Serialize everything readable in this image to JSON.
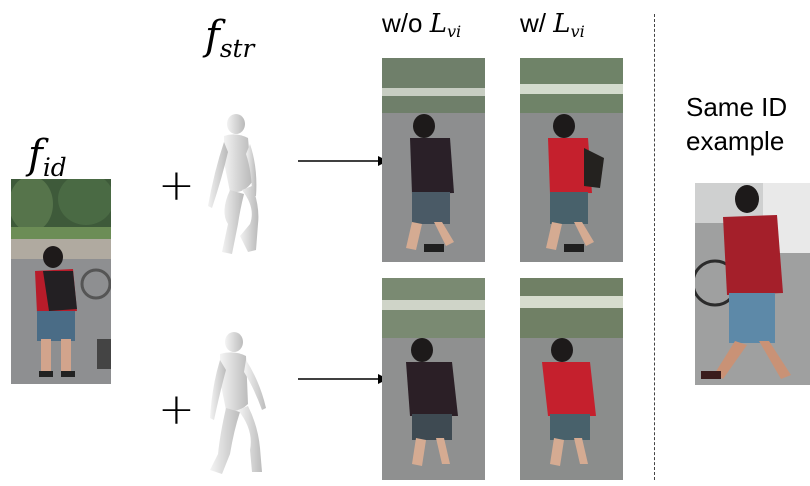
{
  "labels": {
    "f_id_main": "f",
    "f_id_sub": "id",
    "f_str_main": "f",
    "f_str_sub": "str",
    "without_prefix": "w/o ",
    "without_L": "L",
    "without_sub": "vi",
    "with_prefix": "w/ ",
    "with_L": "L",
    "with_sub": "vi",
    "same_id_line1": "Same ID",
    "same_id_line2": "example"
  },
  "symbols": {
    "plus_top": "+",
    "plus_bottom": "+"
  },
  "colors": {
    "shirt_red": "#b81c2a",
    "shirt_dark": "#2a2028",
    "pavement": "#8c8d8e",
    "foliage": "#4f6e47",
    "shorts": "#4a6c86",
    "mesh": "#d8d8d8"
  }
}
